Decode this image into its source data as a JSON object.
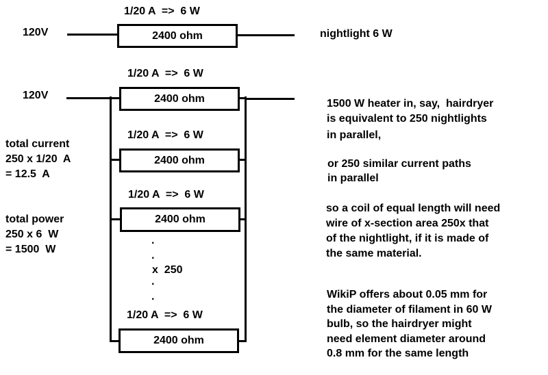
{
  "single_circuit": {
    "voltage": "120V",
    "branch_label": "1/20 A  =>  6 W",
    "resistor": "2400 ohm",
    "load_label": "nightlight 6 W"
  },
  "parallel_circuit": {
    "voltage": "120V",
    "branches": [
      {
        "label": "1/20 A  =>  6 W",
        "resistor": "2400 ohm"
      },
      {
        "label": "1/20 A  =>  6 W",
        "resistor": "2400 ohm"
      },
      {
        "label": "1/20 A  =>  6 W",
        "resistor": "2400 ohm"
      },
      {
        "label": "1/20 A  =>  6 W",
        "resistor": "2400 ohm"
      }
    ],
    "multiplier": "x  250",
    "dots": [
      ".",
      ".",
      ".",
      "."
    ]
  },
  "totals": {
    "current": [
      "total current",
      "250 x 1/20  A",
      "= 12.5  A"
    ],
    "power": [
      "total power",
      "250 x 6  W",
      "= 1500  W"
    ]
  },
  "notes": {
    "p1": [
      "1500 W heater in, say,  hairdryer",
      "is equivalent to 250 nightlights"
    ],
    "p1b": "in parallel,",
    "p2": [
      "or 250 similar current paths",
      "in parallel"
    ],
    "p3": [
      "so a coil of equal length will need",
      "wire of x-section area 250x that",
      "of the nightlight, if it is made of",
      "the same material."
    ],
    "p4": [
      "WikiP offers about 0.05 mm for",
      "the diameter of filament in 60 W",
      "bulb, so the hairdryer might",
      "need element diameter around",
      "0.8 mm for the same length"
    ]
  }
}
